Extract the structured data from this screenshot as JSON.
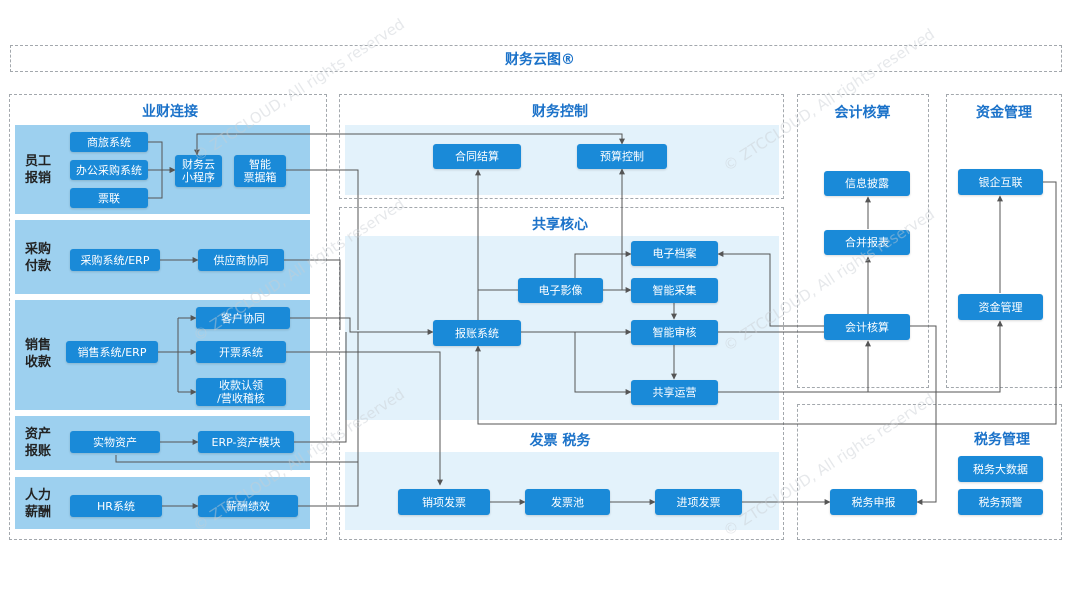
{
  "header": {
    "title": "财务云图®"
  },
  "watermark": "© ZTCCLOUD, All rights reserved",
  "sections": {
    "business": "业财连接",
    "control": "财务控制",
    "core": "共享核心",
    "invoice": "发票 税务",
    "accounting": "会计核算",
    "funds": "资金管理",
    "tax": "税务管理"
  },
  "rows": {
    "expense": "员工\n报销",
    "purchase": "采购\n付款",
    "sales": "销售\n收款",
    "asset": "资产\n报账",
    "hr": "人力\n薪酬"
  },
  "nodes": {
    "travel": "商旅系统",
    "office_purchase": "办公采购系统",
    "ticket": "票联",
    "finance_miniapp": "财务云\n小程序",
    "smart_ticket": "智能\n票据箱",
    "purchase_erp": "采购系统/ERP",
    "supplier": "供应商协同",
    "sales_erp": "销售系统/ERP",
    "customer": "客户协同",
    "invoicing": "开票系统",
    "receipt": "收款认领\n/营收稽核",
    "physical_asset": "实物资产",
    "erp_asset": "ERP-资产模块",
    "hr_system": "HR系统",
    "salary": "薪酬绩效",
    "contract": "合同结算",
    "budget": "预算控制",
    "archive": "电子档案",
    "image": "电子影像",
    "collect": "智能采集",
    "reimburse": "报账系统",
    "audit": "智能审核",
    "ops": "共享运营",
    "sales_invoice": "销项发票",
    "invoice_pool": "发票池",
    "input_invoice": "进项发票",
    "disclosure": "信息披露",
    "consolidation": "合并报表",
    "accounting_node": "会计核算",
    "bank": "银企互联",
    "fund_mgmt": "资金管理",
    "tax_declare": "税务申报",
    "tax_bigdata": "税务大数据",
    "tax_warning": "税务预警"
  },
  "colors": {
    "node": "#1a8ad8",
    "title": "#1b72c9",
    "band": "#9dd0ef",
    "light_band": "#e3f2fb",
    "line": "#555555"
  }
}
